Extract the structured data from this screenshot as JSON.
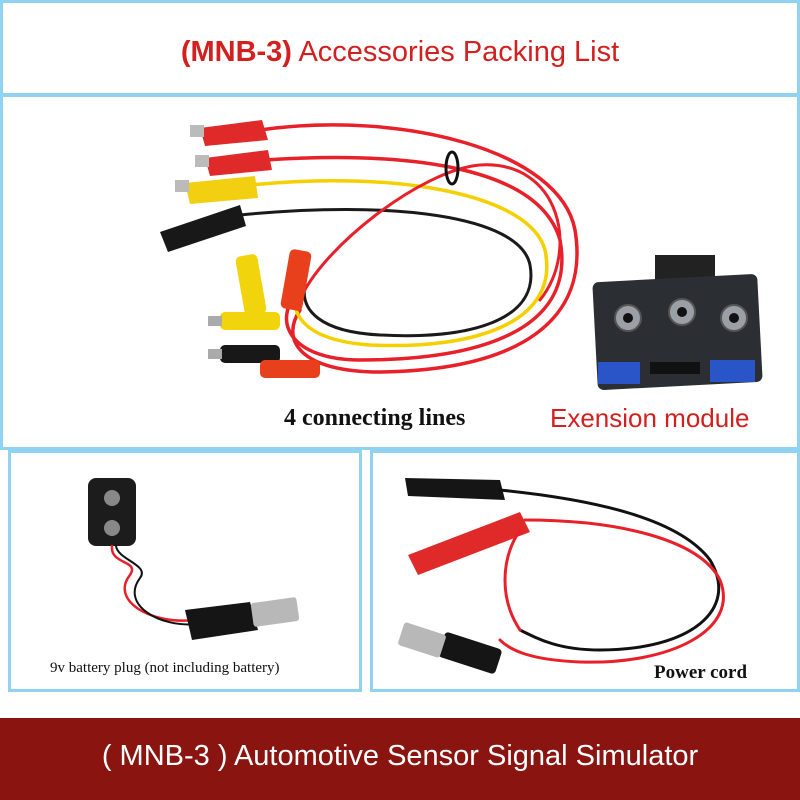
{
  "header": {
    "title_code": "(MNB-3)",
    "title_rest": "Accessories Packing List"
  },
  "captions": {
    "connecting_lines": "4 connecting lines",
    "extension_module": "Exension module",
    "battery_plug": "9v battery plug (not including battery)",
    "power_cord": "Power cord"
  },
  "footer": {
    "text": "( MNB-3 ) Automotive Sensor Signal Simulator"
  },
  "colors": {
    "accent_red": "#d41f1f",
    "frame_blue": "#8fd3f0",
    "footer_bg": "#8a1510",
    "wire_red": "#e8202a",
    "wire_yellow": "#f5d000",
    "wire_black": "#1a1a1a"
  }
}
